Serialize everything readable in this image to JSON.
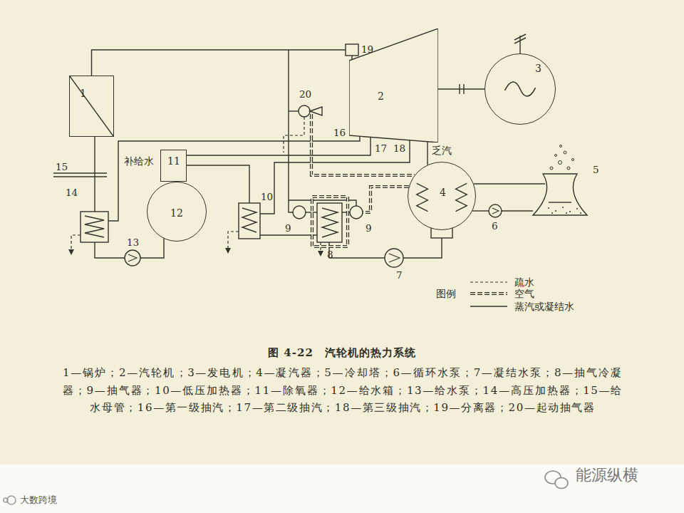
{
  "diagram": {
    "title": "图 4-22　汽轮机的热力系统",
    "caption": "1—锅炉；2—汽轮机；3—发电机；4—凝汽器；5—冷却塔；6—循环水泵；7—凝结水泵；8—抽气冷凝器；9—抽气器；10—低压加热器；11—除氧器；12—给水箱；13—给水泵；14—高压加热器；15—给水母管；16—第一级抽汽；17—第二级抽汽；18—第三级抽汽；19—分离器；20—起动抽气器",
    "nodes": [
      {
        "text": [
          "1"
        ]
      },
      {
        "text": [
          "2"
        ]
      },
      {
        "text": [
          "3"
        ]
      },
      {
        "text": [
          "4"
        ]
      },
      {
        "text": [
          "11"
        ]
      },
      {
        "text": [
          "12"
        ]
      }
    ],
    "edges": [
      {
        "from": 0,
        "to": 1,
        "arrow": "none"
      },
      {
        "from": 1,
        "to": 2,
        "arrow": "none"
      },
      {
        "from": 1,
        "to": 3,
        "arrow": "none"
      },
      {
        "from": 1,
        "to": 4,
        "arrow": "none"
      }
    ],
    "labels": [
      "19",
      "20",
      "16",
      "17",
      "18",
      "乏汽",
      "5",
      "6",
      "7",
      "8",
      "9",
      "9",
      "10",
      "补给水",
      "13",
      "14",
      "15",
      "图例",
      "能源纵横",
      "大数跨境"
    ],
    "legend": [
      {
        "text": "疏水"
      },
      {
        "text": "空气"
      },
      {
        "text": "蒸汽或凝结水"
      }
    ]
  }
}
